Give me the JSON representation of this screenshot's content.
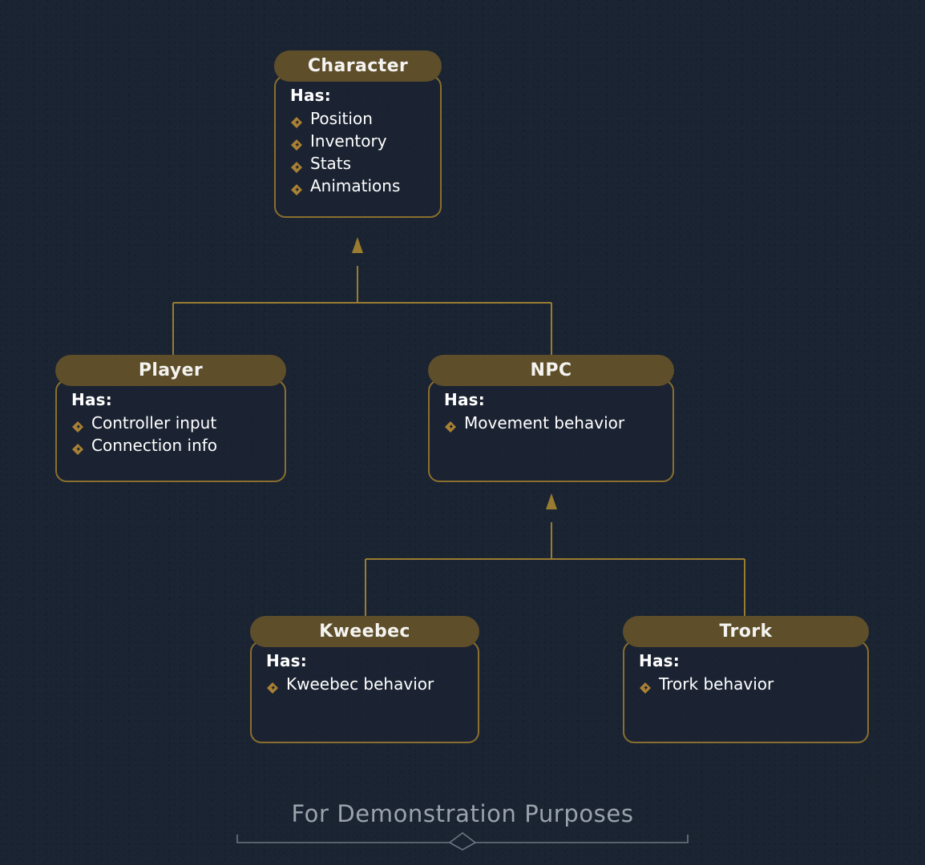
{
  "theme": {
    "background": "#1b2432",
    "header_fill": "#5e4e2a",
    "border_gold": "#8a6f2e",
    "connector_gold": "#9a7c31",
    "text_primary": "#ffffff",
    "footer_text": "#9aa3ad",
    "footer_rule": "#6d7682"
  },
  "diagram": {
    "type": "class-inheritance-tree",
    "has_label": "Has:",
    "bullet_icon": "lozenge-bullet-icon",
    "nodes": [
      {
        "id": "character",
        "title": "Character",
        "has_label": "Has:",
        "attributes": [
          "Position",
          "Inventory",
          "Stats",
          "Animations"
        ]
      },
      {
        "id": "player",
        "title": "Player",
        "has_label": "Has:",
        "attributes": [
          "Controller input",
          "Connection info"
        ]
      },
      {
        "id": "npc",
        "title": "NPC",
        "has_label": "Has:",
        "attributes": [
          "Movement behavior"
        ]
      },
      {
        "id": "kweebec",
        "title": "Kweebec",
        "has_label": "Has:",
        "attributes": [
          "Kweebec behavior"
        ]
      },
      {
        "id": "trork",
        "title": "Trork",
        "has_label": "Has:",
        "attributes": [
          "Trork behavior"
        ]
      }
    ],
    "edges": [
      {
        "from": "player",
        "to": "character",
        "kind": "inherits"
      },
      {
        "from": "npc",
        "to": "character",
        "kind": "inherits"
      },
      {
        "from": "kweebec",
        "to": "npc",
        "kind": "inherits"
      },
      {
        "from": "trork",
        "to": "npc",
        "kind": "inherits"
      }
    ]
  },
  "footer": {
    "text": "For Demonstration Purposes",
    "ornament": "diamond-ornament-icon"
  }
}
